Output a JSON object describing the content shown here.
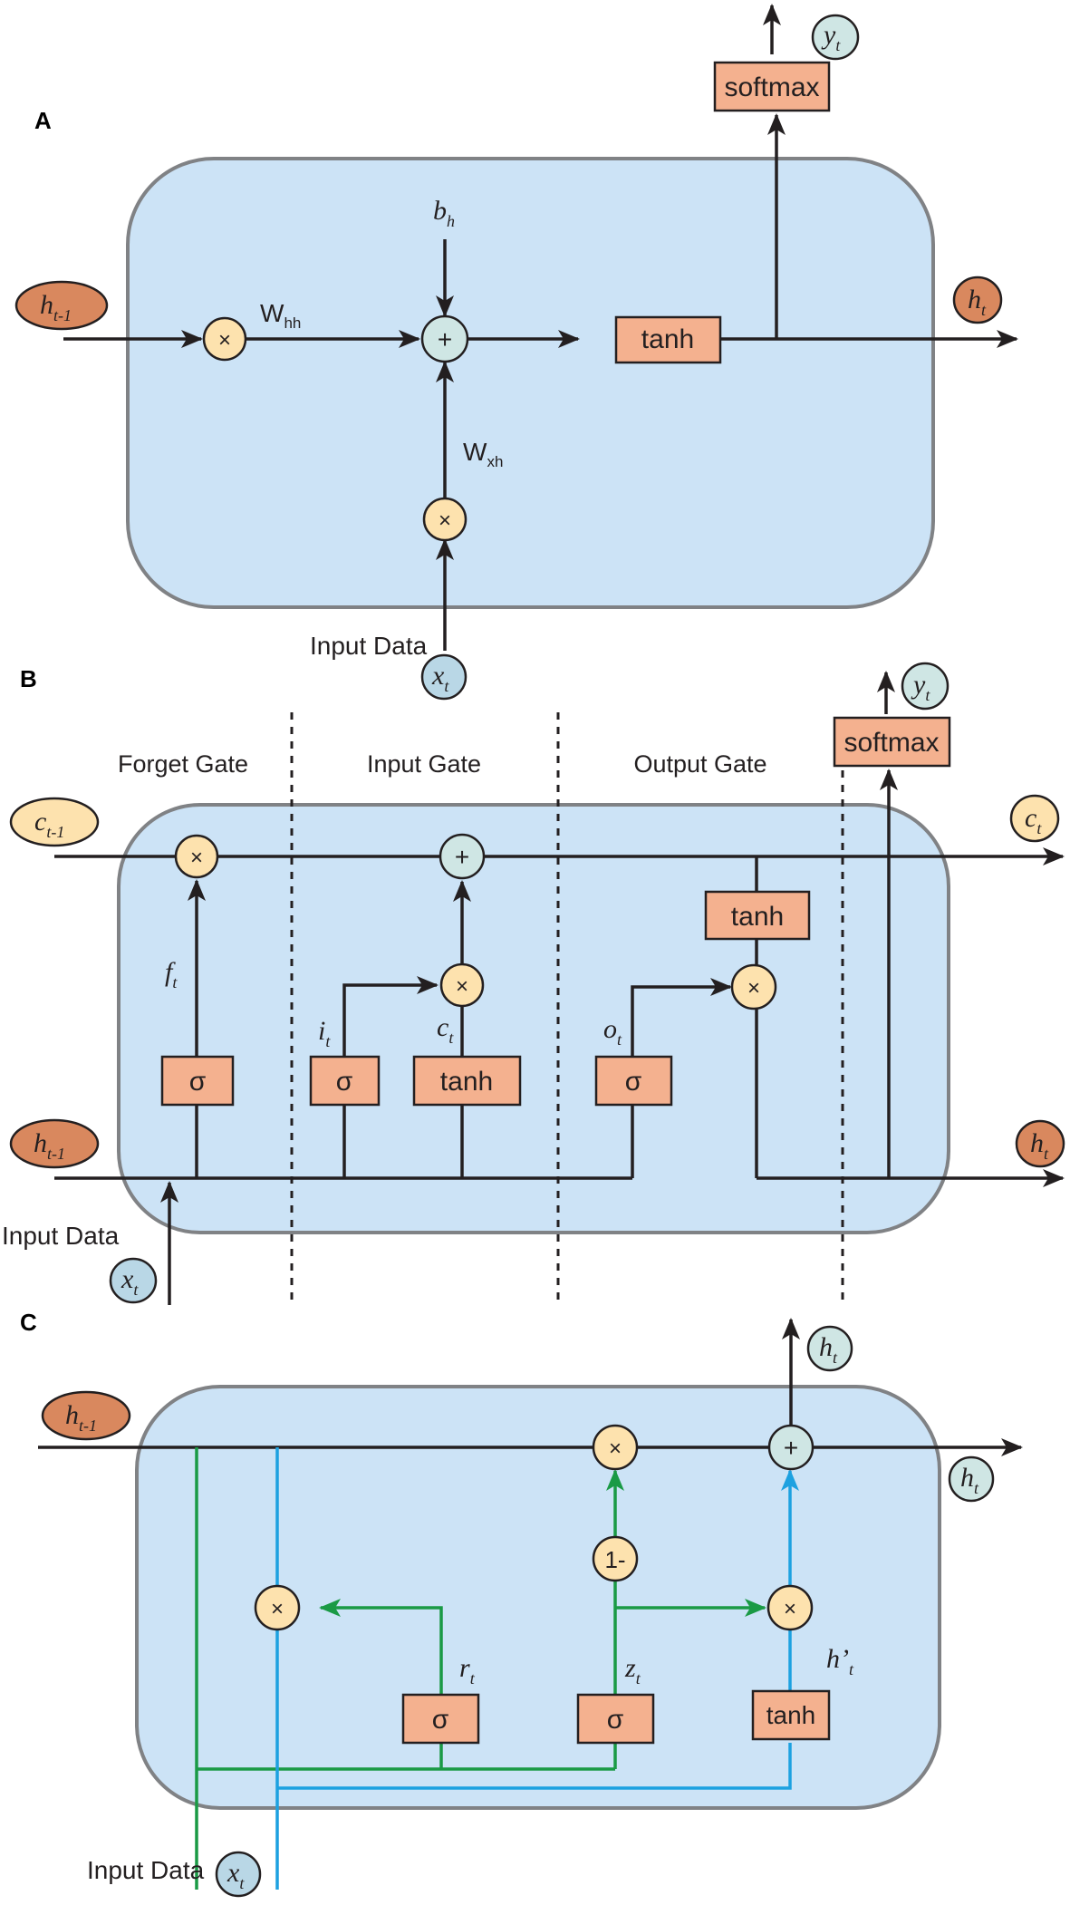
{
  "colors": {
    "cell_fill": "#cce3f6",
    "box_fill": "#f4b18f",
    "multiply_fill": "#fde2ae",
    "add_fill": "#cfe6e4",
    "green_line": "#1a9a45",
    "blue_line": "#1da1e0"
  },
  "panelA": {
    "label": "A",
    "b": "b",
    "b_sub": "h",
    "w_hh": "W",
    "w_hh_sub": "hh",
    "w_xh": "W",
    "w_xh_sub": "xh",
    "tanh": "tanh",
    "softmax": "softmax",
    "input_data": "Input Data",
    "h_prev": "h",
    "h_prev_sub": "t-1",
    "h_t": "h",
    "h_t_sub": "t",
    "y_t": "y",
    "y_t_sub": "t",
    "x_t": "x",
    "x_t_sub": "t",
    "mul": "×",
    "add": "+"
  },
  "panelB": {
    "label": "B",
    "forget_gate": "Forget Gate",
    "input_gate": "Input Gate",
    "output_gate": "Output Gate",
    "softmax": "softmax",
    "tanh": "tanh",
    "sigma": "σ",
    "input_data": "Input Data",
    "c_prev": "c",
    "c_prev_sub": "t-1",
    "c_t": "c",
    "c_t_sub": "t",
    "h_prev": "h",
    "h_prev_sub": "t-1",
    "h_t": "h",
    "h_t_sub": "t",
    "y_t": "y",
    "y_t_sub": "t",
    "x_t": "x",
    "x_t_sub": "t",
    "f_t": "f",
    "f_t_sub": "t",
    "i_t": "i",
    "i_t_sub": "t",
    "c_tilde": "c",
    "c_tilde_sub": "t",
    "o_t": "o",
    "o_t_sub": "t",
    "mul": "×",
    "add": "+"
  },
  "panelC": {
    "label": "C",
    "sigma": "σ",
    "tanh": "tanh",
    "one_minus": "1-",
    "input_data": "Input Data",
    "h_prev": "h",
    "h_prev_sub": "t-1",
    "h_t_top": "h",
    "h_t_top_sub": "t",
    "h_t_right": "h",
    "h_t_right_sub": "t",
    "x_t": "x",
    "x_t_sub": "t",
    "r_t": "r",
    "r_t_sub": "t",
    "z_t": "z",
    "z_t_sub": "t",
    "h_prime": "h’",
    "h_prime_sub": "t",
    "mul": "×",
    "add": "+"
  }
}
